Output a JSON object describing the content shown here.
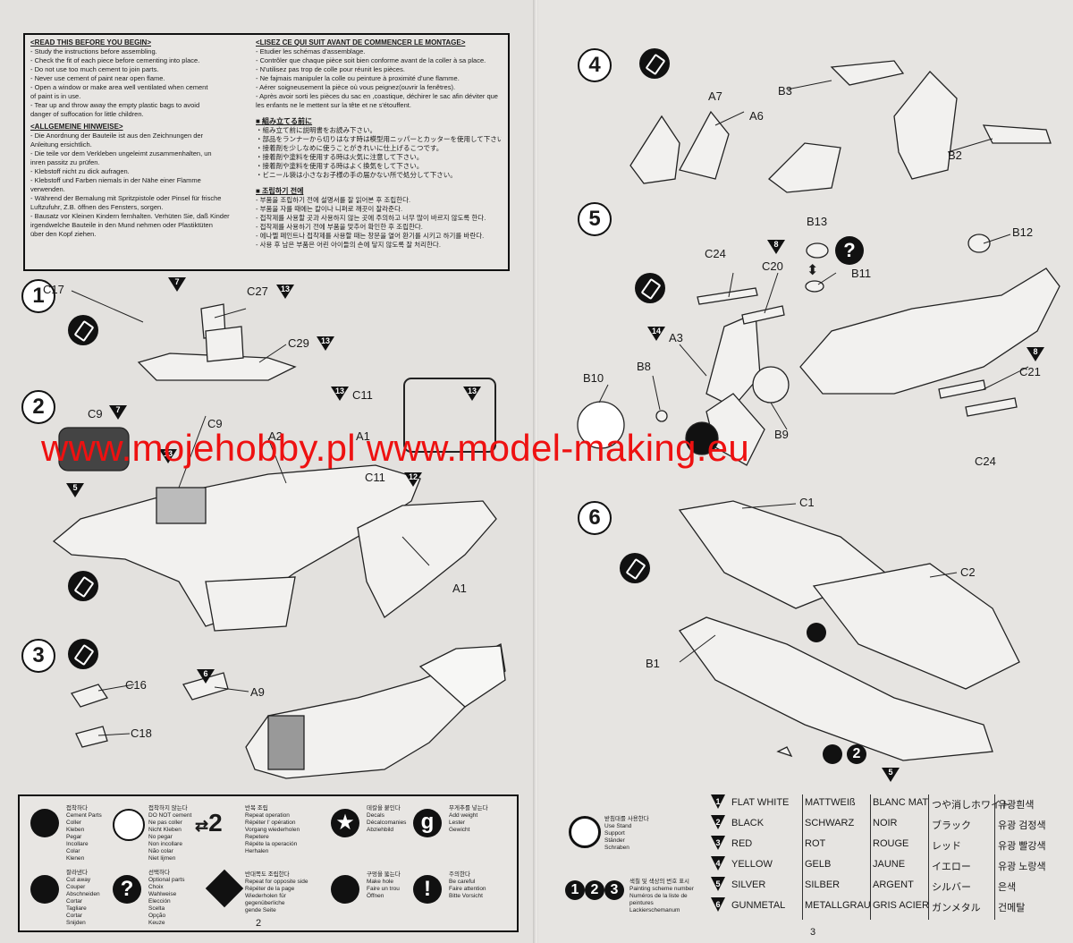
{
  "watermark": "www.mojehobby.pl www.model-making.eu",
  "pages": {
    "left": "2",
    "right": "3"
  },
  "instructions": {
    "en_title": "<READ THIS BEFORE YOU BEGIN>",
    "en_lines": [
      "- Study the instructions before assembling.",
      "- Check the fit of each piece before cementing into place.",
      "- Do not use too much cement to join parts.",
      "- Never use cement of paint near open flame.",
      "- Open a window or make area well ventilated when cement",
      "   of paint is in use.",
      "- Tear up and throw away the empty plastic bags to avoid",
      "   danger of suffocation for little children."
    ],
    "de_title": "<ALLGEMEINE HINWEISE>",
    "de_lines": [
      "- Die Anordnung der Bauteile ist aus den Zeichnungen der",
      "   Anleitung ersichtlich.",
      "- Die teile vor dem Verkleben ungeleimt zusammenhalten, un",
      "   inren passitz zu prüfen.",
      "- Klebstoff nicht zu dick aufragen.",
      "- Klebstoff und Farben niemals in der Nähe einer Flamme",
      "   verwenden.",
      "- Während der Bemalung mit Spritzpistole oder Pinsel für frische",
      "   Luftzufuhr, Z.B. öffnen des Fensters, sorgen.",
      "- Bausatz vor Kleinen Kindern fernhalten. Verhüten Sie, daß Kinder",
      "   irgendwelche Bauteile in den Mund nehmen oder Plastiktüten",
      "   über den Kopf ziehen."
    ],
    "fr_title": "<LISEZ CE QUI SUIT AVANT DE COMMENCER LE MONTAGE>",
    "fr_lines": [
      "- Etudier les schémas d'assemblage.",
      "- Contrôler que chaque pièce soit bien conforme avant de la coller à sa place.",
      "- N'utilisez pas trop de colle pour réunit les pièces.",
      "- Ne fajmais manipuler la colle ou peinture à proximité d'une flamme.",
      "- Aérer soigneusement la pièce où vous peignez(ouvrir la fenêtres).",
      "- Après avoir sorti les pièces du sac en ,coastique, déchirer le sac afin déviter que",
      "   les enfants ne le mettent sur la tête et ne s'étouffent."
    ],
    "jp_title": "■ 組み立てる前に",
    "jp_lines": [
      "・組み立て前に説明書をお読み下さい。",
      "・部品をランナーから切りはなす時は模型用ニッパーとカッターを使用して下さい。",
      "・接着剤を少しなめに使うことがきれいに仕上げるこつです。",
      "・接着剤や塗料を使用する時は火気に注意して下さい。",
      "・接着剤や塗料を使用する時はよく換気をして下さい。",
      "・ビニール袋は小さなお子様の手の届かない所で処分して下さい。"
    ],
    "kr_title": "■ 조립하기 전에",
    "kr_lines": [
      "- 부품을 조립하기 전에 설명서를 잘 읽어본 후 조립한다.",
      "- 부품을 자를 때에는 칼이나 니퍼로 깨끗이 잘라준다.",
      "- 접착제를 사용할 곳과 사용하지 않는 곳에 주의하고 너무 많이 바르지 않도록 한다.",
      "- 접착제를 사용하기 전에 부품을 맞추어 확인한 후 조립한다.",
      "- 에나멜 페인트나 접착제를 사용할 때는 창문을 열어 환기를 시키고 하기를 바란다.",
      "- 사용 후 남은 부품은 어린 아이들의 손에 닿지 않도록 잘 처리한다."
    ]
  },
  "steps": {
    "s1": {
      "num": "1",
      "labels": {
        "c17": "C17",
        "c27": "C27",
        "c29": "C29"
      },
      "tags": {
        "t7": "7",
        "t13a": "13",
        "t13b": "13"
      }
    },
    "s2": {
      "num": "2",
      "labels": {
        "c9a": "C9",
        "c9b": "C9",
        "a2": "A2",
        "a1a": "A1",
        "a1b": "A1",
        "c11a": "C11",
        "c11b": "C11"
      },
      "tags": {
        "t7": "7",
        "t5": "5",
        "t13a": "13",
        "t13b": "13",
        "t13c": "13",
        "t12": "12"
      }
    },
    "s3": {
      "num": "3",
      "labels": {
        "c16": "C16",
        "c18": "C18",
        "a9": "A9"
      },
      "tags": {
        "t6": "6"
      }
    },
    "s4": {
      "num": "4",
      "labels": {
        "a7": "A7",
        "a6": "A6",
        "b3": "B3",
        "b2": "B2"
      }
    },
    "s5": {
      "num": "5",
      "labels": {
        "b13": "B13",
        "b12": "B12",
        "b11": "B11",
        "c24a": "C24",
        "c20": "C20",
        "c21": "C21",
        "a3": "A3",
        "b8": "B8",
        "b10": "B10",
        "b9": "B9",
        "c24b": "C24"
      },
      "tags": {
        "t8a": "8",
        "t8b": "8",
        "t14": "14"
      }
    },
    "s6": {
      "num": "6",
      "labels": {
        "c1": "C1",
        "c2": "C2",
        "b1": "B1"
      },
      "tags": {
        "t5": "5",
        "t2": "2"
      }
    }
  },
  "legend": {
    "glue": [
      "접착하다",
      "Cement Parts",
      "Coller",
      "Kleben",
      "Pegar",
      "Incollare",
      "Colar",
      "Klenen"
    ],
    "noglue": [
      "접착하지 않는다",
      "DO NOT cement",
      "Ne pas coller",
      "Nicht Kleben",
      "No pegar",
      "Non incollare",
      "Não colar",
      "Niet lijmen"
    ],
    "repeat_num": "2",
    "repeat": [
      "반복 조립",
      "Repeat operation",
      "Répéter l' opération",
      "Vorgang wiederholen",
      "Repetere",
      "Répéte la operación",
      "Herhalen"
    ],
    "decal": [
      "데칼을 붙인다",
      "Decals",
      "Décalcomanies",
      "Abziehbild"
    ],
    "weight_glyph": "g",
    "weight": [
      "무게추를 넣는다",
      "Add weight",
      "Lester",
      "Gewicht"
    ],
    "cut": [
      "잘라낸다",
      "Cut away",
      "Couper",
      "Abschneiden",
      "Cortar",
      "Tagliare",
      "Cortar",
      "Snijden"
    ],
    "optional_glyph": "?",
    "optional": [
      "선택하다",
      "Optional parts",
      "Choix",
      "Wahlweise",
      "Elección",
      "Scelta",
      "Opção",
      "Keuze"
    ],
    "opposite": [
      "반대쪽도 조립한다",
      "Repeat for opposite side",
      "Répéter de la page",
      "Wiederholen für gegenüberliche",
      "gende Seite"
    ],
    "hole": [
      "구멍을 뚫는다",
      "Make hole",
      "Faire un trou",
      "Öffnen"
    ],
    "caution_glyph": "!",
    "caution": [
      "주의한다",
      "Be careful",
      "Faire attention",
      "Bitte Vorsicht"
    ],
    "use_stand": [
      "받침대를 사용한다",
      "Use Stand",
      "Support",
      "Ständer",
      "Schraben"
    ],
    "paint_scheme": [
      "색칠 및 색상의 번호 표시",
      "Painting scheme number",
      "Numéros de la liste de peintures",
      "Lackierschemanum"
    ]
  },
  "colors": [
    {
      "num": "1",
      "en": "FLAT WHITE",
      "de": "MATTWEIß",
      "fr": "BLANC MAT",
      "jp": "つや消しホワイト",
      "kr": "유광흰색"
    },
    {
      "num": "2",
      "en": "BLACK",
      "de": "SCHWARZ",
      "fr": "NOIR",
      "jp": "ブラック",
      "kr": "유광 검정색"
    },
    {
      "num": "3",
      "en": "RED",
      "de": "ROT",
      "fr": "ROUGE",
      "jp": "レッド",
      "kr": "유광 빨강색"
    },
    {
      "num": "4",
      "en": "YELLOW",
      "de": "GELB",
      "fr": "JAUNE",
      "jp": "イエロー",
      "kr": "유광 노랑색"
    },
    {
      "num": "5",
      "en": "SILVER",
      "de": "SILBER",
      "fr": "ARGENT",
      "jp": "シルバー",
      "kr": "은색"
    },
    {
      "num": "6",
      "en": "GUNMETAL",
      "de": "METALLGRAU",
      "fr": "GRIS ACIER",
      "jp": "ガンメタル",
      "kr": "건메탈"
    }
  ],
  "scheme_digits": [
    "1",
    "2",
    "3"
  ]
}
